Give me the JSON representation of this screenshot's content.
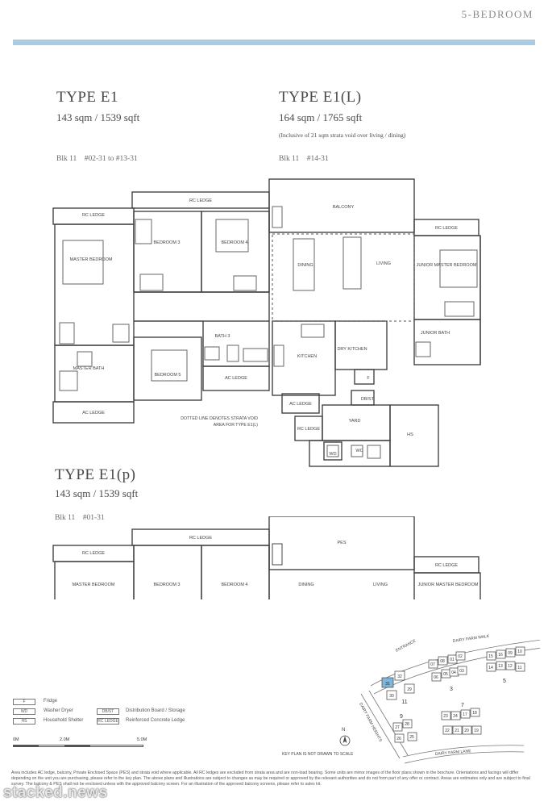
{
  "header": {
    "category": "5-BEDROOM",
    "accent_color": "#a9cbe3"
  },
  "units": {
    "e1": {
      "title": "TYPE E1",
      "area": "143 sqm / 1539 sqft",
      "blocks": "Blk 11    #02-31 to #13-31"
    },
    "e1l": {
      "title": "TYPE E1(L)",
      "area": "164 sqm / 1765 sqft",
      "note": "(Inclusive of 21 sqm strata void over living / dining)",
      "blocks": "Blk 11    #14-31"
    },
    "e1p": {
      "title": "TYPE E1(p)",
      "area": "143 sqm / 1539 sqft",
      "blocks": "Blk 11    #01-31"
    }
  },
  "plan_main": {
    "rc_ledge": "RC LEDGE",
    "balcony": "BALCONY",
    "master_bedroom": "MASTER BEDROOM",
    "bedroom3": "BEDROOM 3",
    "bedroom4": "BEDROOM 4",
    "dining": "DINING",
    "living": "LIVING",
    "junior_master_bedroom": "JUNIOR MASTER BEDROOM",
    "junior_bath": "JUNIOR BATH",
    "bath3": "BATH 3",
    "master_bath": "MASTER BATH",
    "bedroom5": "BEDROOM 5",
    "ac_ledge": "AC LEDGE",
    "kitchen": "KITCHEN",
    "dry_kitchen": "DRY KITCHEN",
    "fridge_code": "F",
    "db_st": "DB/ST",
    "yard": "YARD",
    "hs": "HS",
    "wd": "WD",
    "wc": "WC",
    "void_note": "DOTTED LINE DENOTES STRATA VOID AREA FOR TYPE E1(L)"
  },
  "plan_pes": {
    "rc_ledge": "RC LEDGE",
    "pes": "PES",
    "master_bedroom": "MASTER BEDROOM",
    "bedroom3": "BEDROOM 3",
    "bedroom4": "BEDROOM 4",
    "dining": "DINING",
    "living": "LIVING",
    "junior_master_bedroom": "JUNIOR MASTER BEDROOM"
  },
  "legend": [
    {
      "code": "F",
      "label": "Fridge"
    },
    {
      "code": "WD",
      "label": "Washer Dryer"
    },
    {
      "code": "HS",
      "label": "Household Shelter"
    },
    {
      "code": "DB/ST",
      "label": "Distribution Board / Storage"
    },
    {
      "code": "RC LEDGE",
      "label": "Reinforced Concrete Ledge"
    }
  ],
  "scale": {
    "zero": "0M",
    "two": "2.0M",
    "five": "5.0M"
  },
  "keyplan": {
    "north": "N",
    "not_to_scale": "KEY PLAN IS NOT DRAWN TO SCALE",
    "entrance": "ENTRANCE",
    "dairy_farm_walk": "DAIRY FARM WALK",
    "dairy_farm_heights": "DAIRY FARM HEIGHTS",
    "dairy_farm_lane": "DAIRY FARM LANE",
    "highlight_color": "#7fb6dc",
    "unit_31": "31",
    "unit_32": "32",
    "unit_30": "30",
    "unit_29": "29",
    "blk_11": "11",
    "blk_3": "3",
    "blk_5": "5",
    "blk_7": "7",
    "blk_9": "9",
    "u07": "07",
    "u08": "08",
    "u01": "01",
    "u02": "02",
    "u06": "06",
    "u05": "05",
    "u04": "04",
    "u03": "03",
    "u15": "15",
    "u16": "16",
    "u09": "09",
    "u10": "10",
    "u14": "14",
    "u13": "13",
    "u12": "12",
    "u11": "11",
    "u23": "23",
    "u24": "24",
    "u17": "17",
    "u18": "18",
    "u22": "22",
    "u21": "21",
    "u20": "20",
    "u19": "19",
    "u27": "27",
    "u28": "28",
    "u26": "26",
    "u25": "25"
  },
  "footnote": "Area includes AC ledge, balcony, Private Enclosed Space (PES) and strata void where applicable. All RC ledges are excluded from strata area and are non-load bearing. Some units are mirror images of the floor plans shown in the brochure. Orientations and facings will differ depending on the unit you are purchasing, please refer to the key plan. The above plans and illustrations are subject to changes as may be required or approved by the relevant authorities and do not form part of any offer or contract. Areas are estimates only and are subject to final survey. The balcony & PES shall not be enclosed unless with the approved balcony screen. For an illustration of the approved balcony screens, please refer to sales kit.",
  "watermark": "stacked.news"
}
